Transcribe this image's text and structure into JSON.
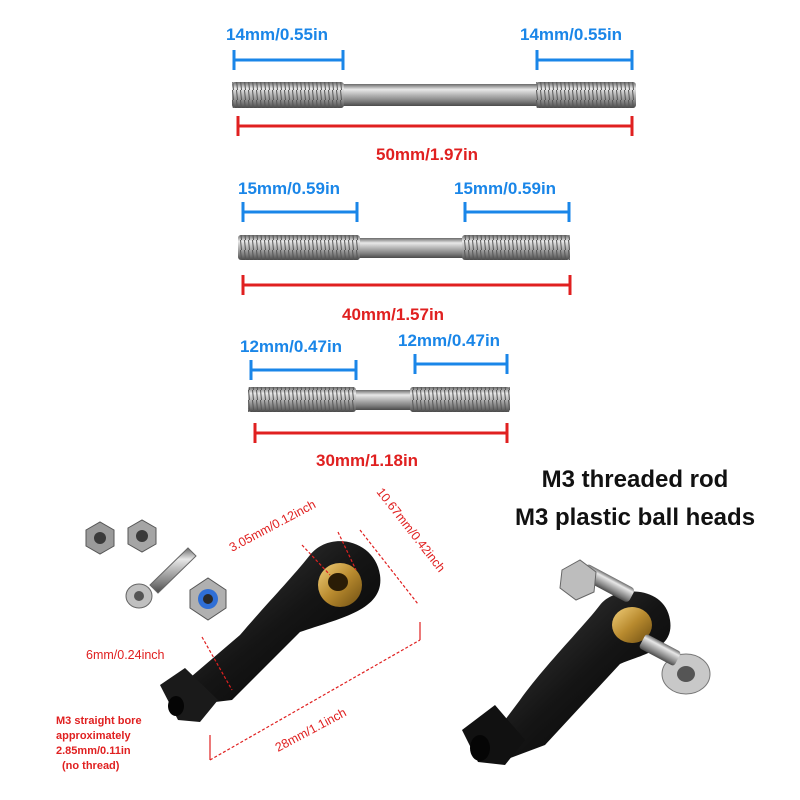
{
  "rods": [
    {
      "left": "14mm/0.55in",
      "right": "14mm/0.55in",
      "total": "50mm/1.97in"
    },
    {
      "left": "15mm/0.59in",
      "right": "15mm/0.59in",
      "total": "40mm/1.57in"
    },
    {
      "left": "12mm/0.47in",
      "right": "12mm/0.47in",
      "total": "30mm/1.18in"
    }
  ],
  "ballhead": {
    "bore": "3.05mm/0.12inch",
    "height": "10.67mm/0.42inch",
    "hex": "6mm/0.24inch",
    "length": "28mm/1.1inch",
    "note_line1": "M3 straight bore",
    "note_line2": "approximately",
    "note_line3": "2.85mm/0.11in",
    "note_line4": "(no thread)"
  },
  "titles": {
    "line1": "M3 threaded rod",
    "line2": "M3 plastic ball heads"
  },
  "colors": {
    "blue": "#1a86e8",
    "red": "#e02020"
  }
}
